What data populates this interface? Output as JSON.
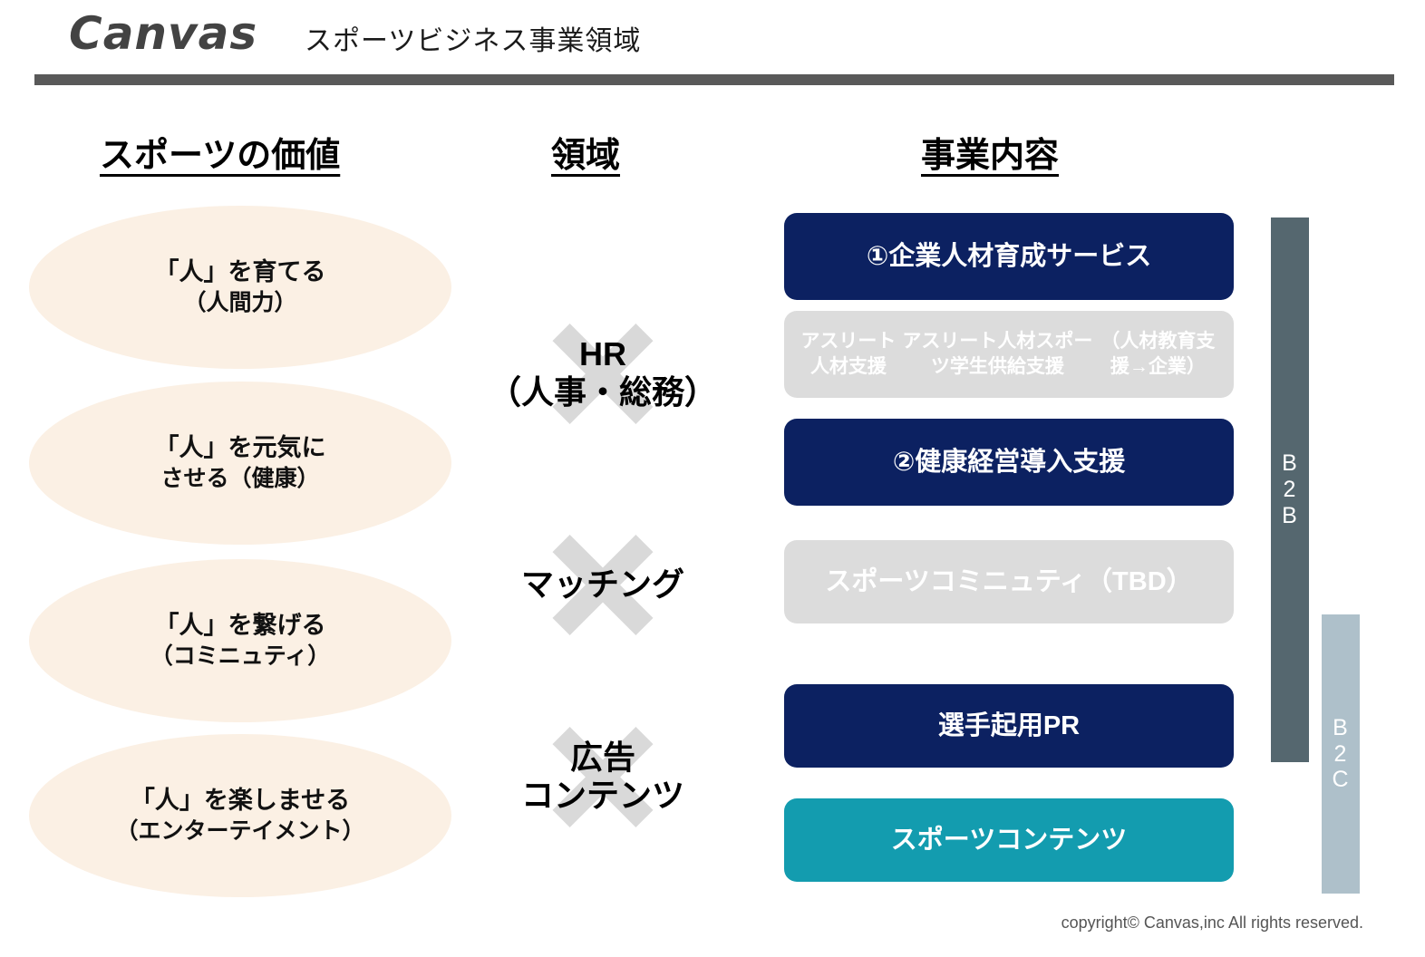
{
  "header": {
    "logo": "Canvas",
    "title": "スポーツビジネス事業領域"
  },
  "columns": {
    "value_heading": "スポーツの価値",
    "domain_heading": "領域",
    "business_heading": "事業内容"
  },
  "values": [
    {
      "line1": "「人」を育てる",
      "line2": "（人間力）"
    },
    {
      "line1": "「人」を元気に",
      "line2": "させる（健康）"
    },
    {
      "line1": "「人」を繋げる",
      "line2": "（コミニュティ）"
    },
    {
      "line1": "「人」を楽しませる",
      "line2": "（エンターテイメント）"
    }
  ],
  "domains": [
    {
      "line1": "HR",
      "line2": "（人事・総務）",
      "mark": "x-mark"
    },
    {
      "line1": "マッチング",
      "line2": "",
      "mark": "x-mark"
    },
    {
      "line1": "広告",
      "line2": "コンテンツ",
      "mark": "x-mark"
    }
  ],
  "businesses": [
    {
      "label": "①企業人材育成サービス",
      "style": "navy"
    },
    {
      "label": "アスリート人材支援\nアスリート人材スポーツ学生供給支援\n（人材教育支援→企業）",
      "style": "gray"
    },
    {
      "label": "②健康経営導入支援",
      "style": "navy"
    },
    {
      "label": "スポーツコミニュティ（TBD）",
      "style": "gray"
    },
    {
      "label": "選手起用PR",
      "style": "navy"
    },
    {
      "label": "スポーツコンテンツ",
      "style": "teal"
    }
  ],
  "segments": [
    {
      "label": "B2B",
      "chars": "B\n2\nB"
    },
    {
      "label": "B2C",
      "chars": "B\n2\nC"
    }
  ],
  "footer": "copyright©  Canvas,inc All rights reserved.",
  "colors": {
    "navy": "#0C2161",
    "teal": "#139CAF",
    "gray_box": "#DCDCDC",
    "ellipse": "#FBF0E4",
    "b2b_bar": "#55676F",
    "b2c_bar": "#AEC0CA",
    "rule": "#595959",
    "x_mark": "#D9D9D9"
  }
}
